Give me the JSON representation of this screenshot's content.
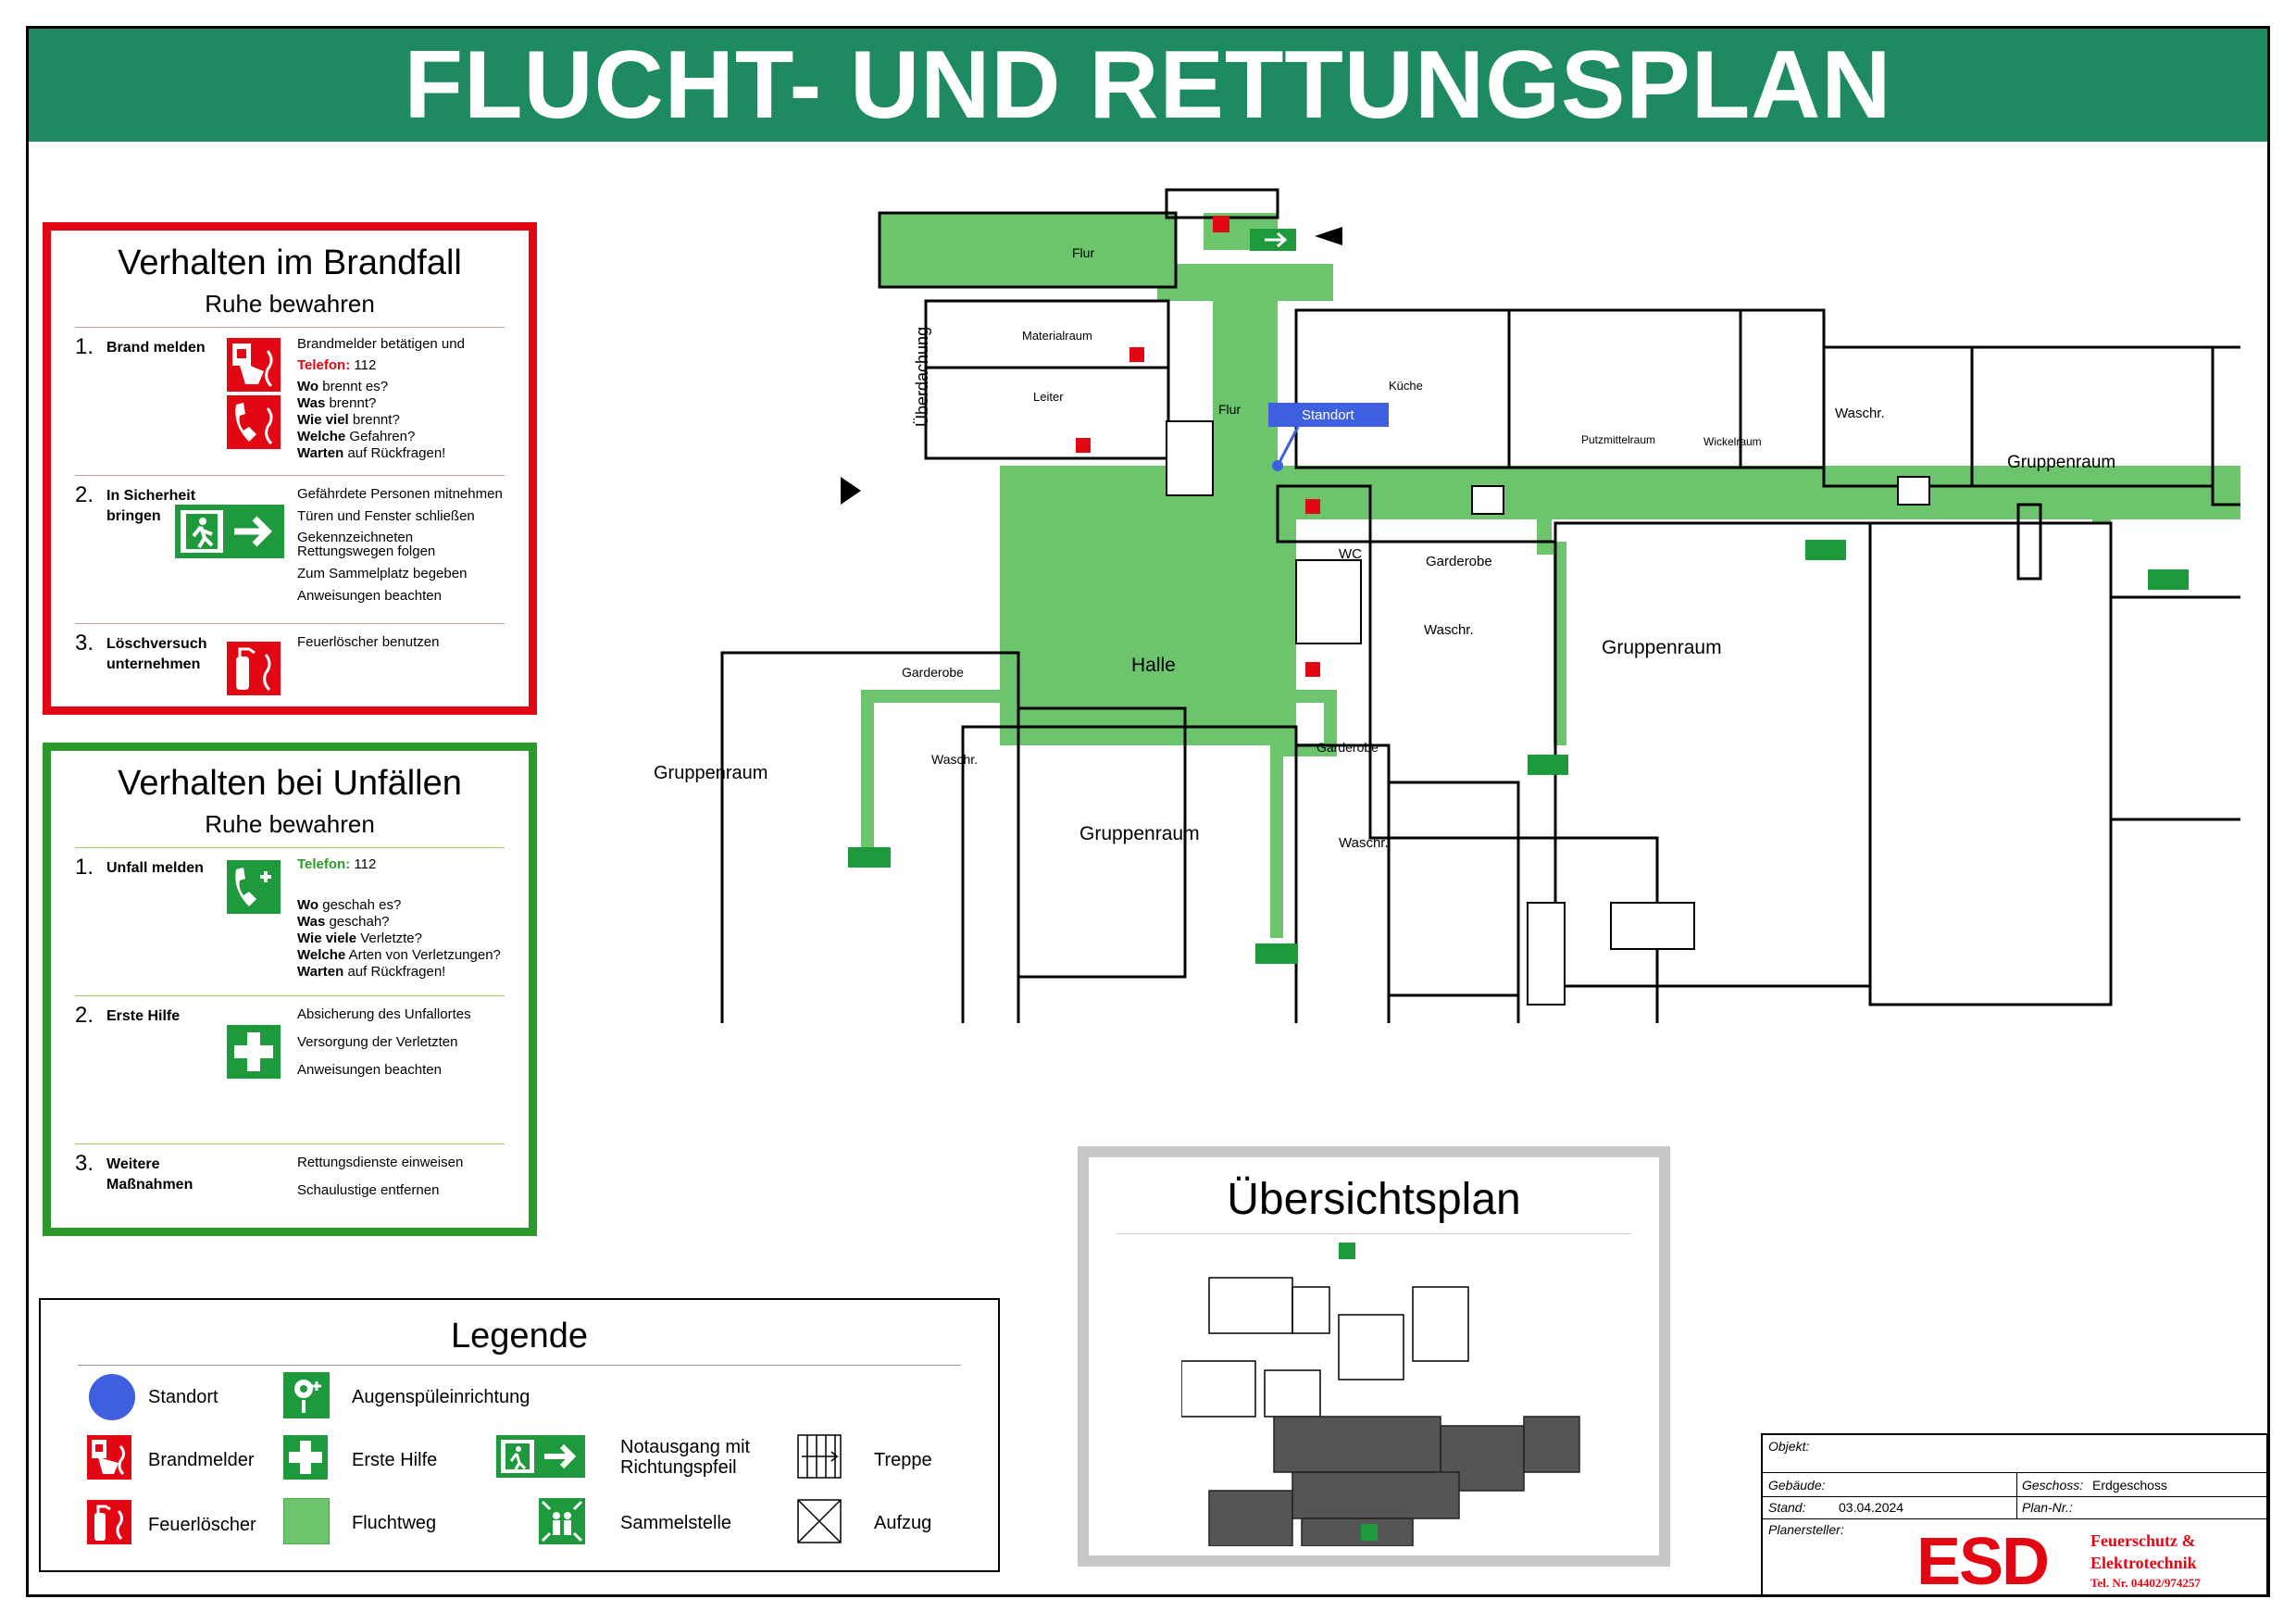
{
  "title": "FLUCHT- UND RETTUNGSPLAN",
  "brand": {
    "red": "#e30613",
    "green": "#2a9a2a",
    "header_green": "#1e8a5f",
    "route_green": "#6cc56c",
    "standort_blue": "#3d5fe0"
  },
  "brandfall": {
    "title": "Verhalten im Brandfall",
    "subtitle": "Ruhe bewahren",
    "step1": {
      "num": "1.",
      "label": "Brand melden",
      "l1": "Brandmelder betätigen und",
      "telefon_label": "Telefon:",
      "telefon": "112",
      "q1b": "Wo",
      "q1": "brennt es?",
      "q2b": "Was",
      "q2": "brennt?",
      "q3b": "Wie viel",
      "q3": "brennt?",
      "q4b": "Welche",
      "q4": "Gefahren?",
      "q5b": "Warten",
      "q5": "auf Rückfragen!"
    },
    "step2": {
      "num": "2.",
      "label": "In Sicherheit bringen",
      "l1": "Gefährdete Personen mitnehmen",
      "l2": "Türen und Fenster schließen",
      "l3": "Gekennzeichneten Rettungswegen folgen",
      "l4": "Zum Sammelplatz begeben",
      "l5": "Anweisungen beachten"
    },
    "step3": {
      "num": "3.",
      "label": "Löschversuch unternehmen",
      "l1": "Feuerlöscher benutzen"
    }
  },
  "unfall": {
    "title": "Verhalten bei Unfällen",
    "subtitle": "Ruhe bewahren",
    "step1": {
      "num": "1.",
      "label": "Unfall melden",
      "telefon_label": "Telefon:",
      "telefon": "112",
      "q1b": "Wo",
      "q1": "geschah es?",
      "q2b": "Was",
      "q2": "geschah?",
      "q3b": "Wie viele",
      "q3": "Verletzte?",
      "q4b": "Welche",
      "q4": "Arten von Verletzungen?",
      "q5b": "Warten",
      "q5": "auf Rückfragen!"
    },
    "step2": {
      "num": "2.",
      "label": "Erste Hilfe",
      "l1": "Absicherung des Unfallortes",
      "l2": "Versorgung der Verletzten",
      "l3": "Anweisungen beachten"
    },
    "step3": {
      "num": "3.",
      "label": "Weitere Maßnahmen",
      "l1": "Rettungsdienste einweisen",
      "l2": "Schaulustige entfernen"
    }
  },
  "legend": {
    "title": "Legende",
    "items": {
      "standort": "Standort",
      "augen": "Augenspüleinrichtung",
      "brandmelder": "Brandmelder",
      "erstehilfe": "Erste Hilfe",
      "notausgang": "Notausgang mit Richtungspfeil",
      "treppe": "Treppe",
      "feuerloescher": "Feuerlöscher",
      "fluchtweg": "Fluchtweg",
      "sammelstelle": "Sammelstelle",
      "aufzug": "Aufzug"
    }
  },
  "rooms": {
    "flur_top": "Flur",
    "flur_mid": "Flur",
    "materialraum": "Materialraum",
    "leiter": "Leiter",
    "ueberdachung": "Überdachung",
    "kueche": "Küche",
    "standort": "Standort",
    "putzmittelraum": "Putzmittelraum",
    "wickelraum": "Wickelraum",
    "waschr_right": "Waschr.",
    "gruppenraum_right": "Gruppenraum",
    "wc": "WC",
    "garderobe_mid": "Garderobe",
    "waschr_mid": "Waschr.",
    "gruppenraum_mid": "Gruppenraum",
    "halle": "Halle",
    "garderobe_left": "Garderobe",
    "gruppenraum_left": "Gruppenraum",
    "waschr_left": "Waschr.",
    "gruppenraum_bottom": "Gruppenraum",
    "garderobe_low": "Garderobe",
    "waschr_low": "Waschr."
  },
  "overview": {
    "title": "Übersichtsplan"
  },
  "titleblock": {
    "objekt_label": "Objekt:",
    "gebaeude_label": "Gebäude:",
    "geschoss_label": "Geschoss:",
    "geschoss": "Erdgeschoss",
    "stand_label": "Stand:",
    "stand": "03.04.2024",
    "plannr_label": "Plan-Nr.:",
    "planersteller_label": "Planersteller:",
    "logo": "ESD",
    "company1": "Feuerschutz &",
    "company2": "Elektrotechnik",
    "tel": "Tel. Nr. 04402/974257"
  }
}
